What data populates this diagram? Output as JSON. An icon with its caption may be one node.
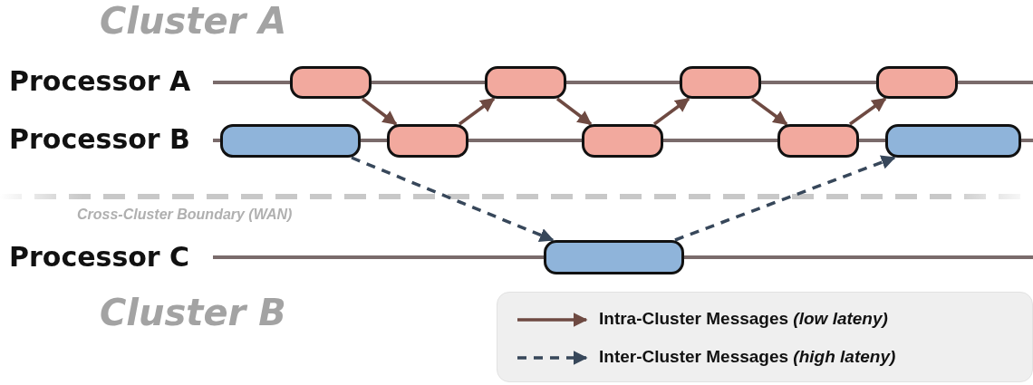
{
  "diagram": {
    "nodes": [
      {
        "text": [],
        "shape": "box"
      },
      {
        "text": [],
        "shape": "box"
      },
      {
        "text": [],
        "shape": "box"
      },
      {
        "text": [],
        "shape": "box"
      },
      {
        "text": [],
        "shape": "box"
      },
      {
        "text": [],
        "shape": "box"
      },
      {
        "text": [],
        "shape": "box"
      },
      {
        "text": [],
        "shape": "box"
      },
      {
        "text": [],
        "shape": "box"
      },
      {
        "text": [],
        "shape": "box"
      }
    ],
    "edges": [
      {
        "from": 0,
        "to": 2,
        "arrow": "to"
      },
      {
        "from": 2,
        "to": 3,
        "arrow": "to"
      },
      {
        "from": 3,
        "to": 4,
        "arrow": "to"
      },
      {
        "from": 4,
        "to": 5,
        "arrow": "to"
      },
      {
        "from": 5,
        "to": 6,
        "arrow": "to"
      },
      {
        "from": 6,
        "to": 7,
        "arrow": "to"
      },
      {
        "from": 1,
        "to": 9,
        "arrow": "to",
        "style": "dashed",
        "color": "#37475a"
      },
      {
        "from": 9,
        "to": 8,
        "arrow": "to",
        "style": "dashed",
        "color": "#37475a"
      }
    ],
    "labels": [
      "Cluster A",
      "Processor A",
      "Processor B",
      "Cross-Cluster Boundary (WAN)",
      "Processor C",
      "Cluster B"
    ],
    "legend": [
      {
        "text": "Intra-Cluster Messages *(low lateny)*"
      },
      {
        "text": "Inter-Cluster Messages *(high lateny)*"
      }
    ]
  }
}
